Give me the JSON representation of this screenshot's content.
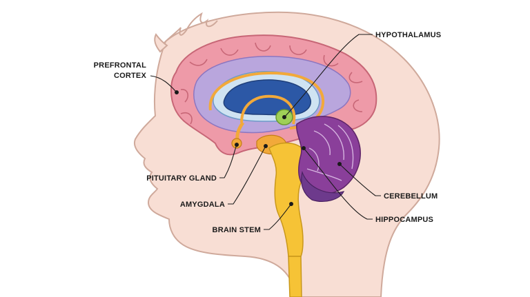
{
  "diagram": {
    "labels": {
      "prefrontal_cortex_line1": "PREFRONTAL",
      "prefrontal_cortex_line2": "CORTEX",
      "hypothalamus": "HYPOTHALAMUS",
      "pituitary_gland": "PITUITARY GLAND",
      "amygdala": "AMYGDALA",
      "brain_stem": "BRAIN STEM",
      "cerebellum": "CEREBELLUM",
      "hippocampus": "HIPPOCAMPUS"
    },
    "colors": {
      "head_skin": "#f8ded4",
      "head_outline": "#cfa99b",
      "cortex_pink": "#ee9aa8",
      "cortex_outline": "#c76676",
      "limbic_purple": "#b9a6dd",
      "ventricle_blue": "#2c58a6",
      "corpus_light_blue": "#cfe3f2",
      "limbic_orange": "#f2a93a",
      "brain_stem_yellow": "#f6c336",
      "cerebellum_purple": "#8a3f9a",
      "hypothalamus_green": "#9fcf58"
    }
  }
}
